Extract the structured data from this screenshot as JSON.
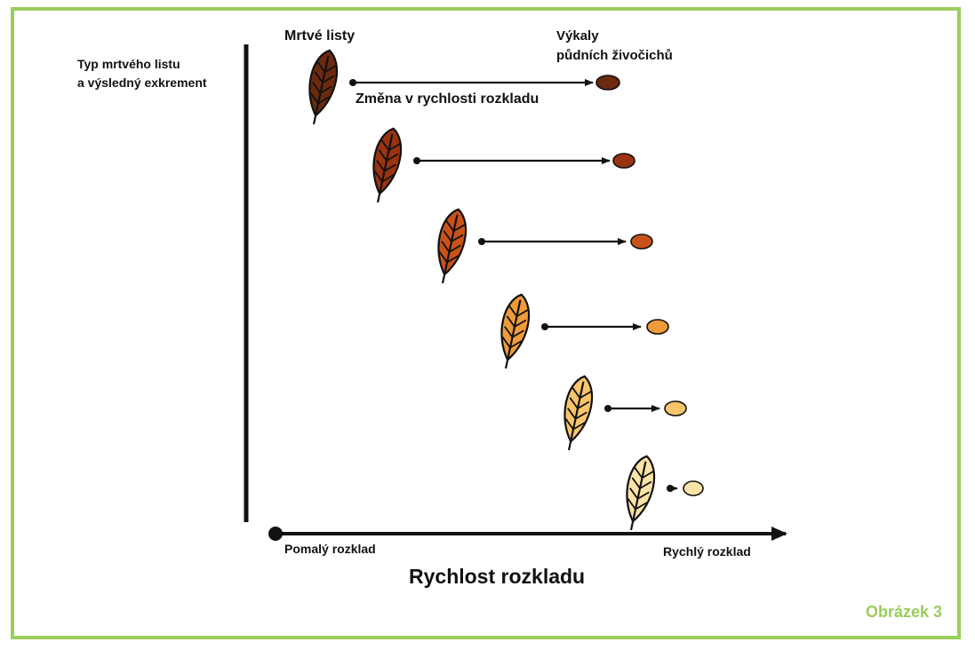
{
  "frame_color": "#9acd5a",
  "labels": {
    "y_axis": [
      "Typ mrtvého listu",
      "a výsledný exkrement"
    ],
    "dead_leaves": "Mrtvé listy",
    "feces": [
      "Výkaly",
      "půdních živočichů"
    ],
    "change": "Změna v rychlosti rozkladu",
    "slow": "Pomalý rozklad",
    "fast": "Rychlý rozklad",
    "x_axis": "Rychlost rozkladu",
    "figure": "Obrázek 3"
  },
  "rows": [
    {
      "leaf_color": "#6b2a0e",
      "feces_color": "#6b2a0e"
    },
    {
      "leaf_color": "#9a3410",
      "feces_color": "#9a3410"
    },
    {
      "leaf_color": "#c9521a",
      "feces_color": "#c9521a"
    },
    {
      "leaf_color": "#ef9b3a",
      "feces_color": "#ef9b3a"
    },
    {
      "leaf_color": "#f7c56a",
      "feces_color": "#f7c56a"
    },
    {
      "leaf_color": "#fbe2a6",
      "feces_color": "#fbe2a6"
    }
  ]
}
